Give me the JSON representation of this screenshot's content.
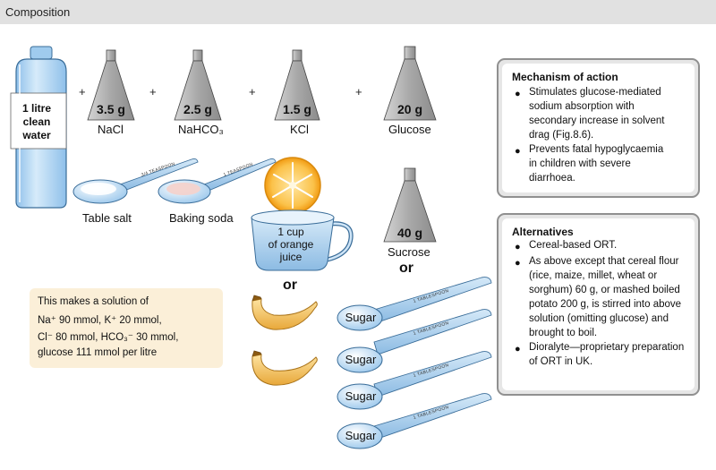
{
  "header": {
    "title": "Composition"
  },
  "bottle": {
    "label_lines": [
      "1 litre",
      "clean",
      "water"
    ]
  },
  "flasks": [
    {
      "weight": "3.5 g",
      "name": "NaCl"
    },
    {
      "weight": "2.5 g",
      "name": "NaHCO₃"
    },
    {
      "weight": "1.5 g",
      "name": "KCl"
    },
    {
      "weight": "20 g",
      "name": "Glucose"
    }
  ],
  "plus_sign": "+",
  "spoons": {
    "salt_spoon_text": "3/4 TEASPOON",
    "soda_spoon_text": "1 TEASPOON",
    "salt_label": "Table salt",
    "soda_label": "Baking soda"
  },
  "juice": {
    "label_lines": [
      "1 cup",
      "of orange",
      "juice"
    ]
  },
  "sucrose": {
    "weight": "40 g",
    "name": "Sucrose"
  },
  "or_word": "or",
  "sugar_spoons": {
    "label": "Sugar",
    "spoon_text": "1 TABLESPOON"
  },
  "solution_box": {
    "lines": [
      "This makes a solution of",
      "Na⁺ 90 mmol, K⁺ 20 mmol,",
      "Cl⁻ 80 mmol, HCO₃⁻ 30 mmol,",
      "glucose 111 mmol per litre"
    ]
  },
  "mechanism": {
    "title": "Mechanism of action",
    "bullet": "●",
    "item1_lines": [
      "Stimulates glucose-mediated",
      "sodium absorption with",
      "secondary increase in solvent",
      "drag (Fig.8.6)."
    ],
    "item2_lines": [
      "Prevents fatal hypoglycaemia",
      "in children with severe",
      "diarrhoea."
    ]
  },
  "alternatives": {
    "title": "Alternatives",
    "bullet": "●",
    "item1_lines": [
      "Cereal-based ORT."
    ],
    "item2_lines": [
      "As above except that cereal flour",
      "(rice, maize, millet, wheat or",
      "sorghum) 60 g, or mashed boiled",
      "potato 200 g, is stirred into above",
      "solution (omitting glucose) and",
      "brought to boil."
    ],
    "item3_lines": [
      "Dioralyte—proprietary preparation",
      "of ORT in UK."
    ]
  },
  "colors": {
    "header_bg": "#e1e1e1",
    "panel_border": "#909090",
    "flask_fill": "#b5b5b5",
    "spoon_blue": "#a9cfee",
    "bottle_blue": "#b8d8f2",
    "orange": "#f5a623",
    "banana": "#f4c25a",
    "infobox_bg": "#fbefd8"
  }
}
